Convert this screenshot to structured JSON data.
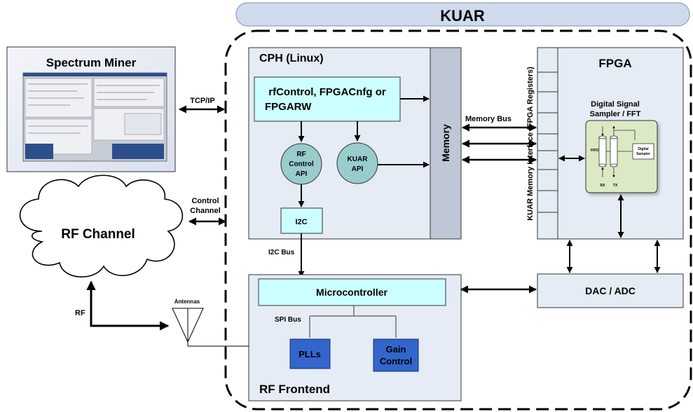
{
  "kuar_title": "KUAR",
  "spectrum_miner": {
    "title": "Spectrum Miner"
  },
  "links": {
    "tcp_ip": "TCP/IP",
    "control_channel": [
      "Control",
      "Channel"
    ],
    "memory_bus": "Memory Bus",
    "i2c_bus": "I2C Bus",
    "spi_bus": "SPI Bus",
    "rf": "RF",
    "antennas": "Antennas"
  },
  "rf_channel": "RF Channel",
  "cph": {
    "title": "CPH (Linux)",
    "rfcontrol": [
      "rfControl, FPGACnfg or",
      "FPGARW"
    ],
    "rf_control_api": [
      "RF",
      "Control",
      "API"
    ],
    "kuar_api": [
      "KUAR",
      "API"
    ],
    "i2c": "I2C",
    "memory": "Memory"
  },
  "fpga": {
    "title": "FPGA",
    "memory_interface": "KUAR Memory Interface (FPGA Registers)",
    "dsp": [
      "Digital Signal",
      "Sampler / FFT"
    ],
    "fifo": "FIFO",
    "digital_sampler": [
      "Digital",
      "Sampler"
    ],
    "rx": "RX",
    "tx": "TX"
  },
  "dac_adc": "DAC / ADC",
  "rf_frontend": {
    "title": "RF Frontend",
    "microcontroller": "Microcontroller",
    "plls": "PLLs",
    "gain_control": [
      "Gain",
      "Control"
    ]
  },
  "colors": {
    "box_fill": "#e6ecf6",
    "cyan_fill": "#ccffff",
    "teal_fill": "#99cccc",
    "dark_blue": "#3366cc",
    "memory_fill": "#bfc7d6",
    "dsp_fill": "#dbe9c4"
  }
}
